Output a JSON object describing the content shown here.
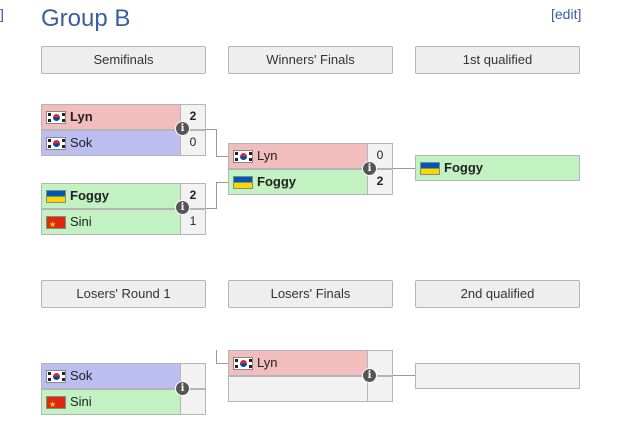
{
  "page": {
    "title": "Group B",
    "edit_label": "[edit]",
    "left_edge_glyph": "]"
  },
  "headers": {
    "semifinals": "Semifinals",
    "winners_finals": "Winners' Finals",
    "first_qualified": "1st qualified",
    "losers_round_1": "Losers' Round 1",
    "losers_finals": "Losers' Finals",
    "second_qualified": "2nd qualified"
  },
  "info_glyph": "i",
  "matches": {
    "semi1": {
      "p1": {
        "name": "Lyn",
        "score": "2",
        "flag": "south-korea-flag"
      },
      "p2": {
        "name": "Sok",
        "score": "0",
        "flag": "south-korea-flag"
      }
    },
    "semi2": {
      "p1": {
        "name": "Foggy",
        "score": "2",
        "flag": "ukraine-flag"
      },
      "p2": {
        "name": "Sini",
        "score": "1",
        "flag": "china-flag"
      }
    },
    "winners_final": {
      "p1": {
        "name": "Lyn",
        "score": "0",
        "flag": "south-korea-flag"
      },
      "p2": {
        "name": "Foggy",
        "score": "2",
        "flag": "ukraine-flag"
      }
    },
    "first_qualified": {
      "name": "Foggy",
      "flag": "ukraine-flag"
    },
    "losers_r1": {
      "p1": {
        "name": "Sok",
        "score": "",
        "flag": "south-korea-flag"
      },
      "p2": {
        "name": "Sini",
        "score": "",
        "flag": "china-flag"
      }
    },
    "losers_final": {
      "p1": {
        "name": "Lyn",
        "score": "",
        "flag": "south-korea-flag"
      },
      "p2": {
        "name": "",
        "score": ""
      }
    },
    "second_qualified": {
      "name": ""
    }
  },
  "colors": {
    "winner_green": "#c2f2c2",
    "kr_pink": "#f2bdbd",
    "kr_blue": "#bcbdf0",
    "title_blue": "#3a5ea0"
  }
}
